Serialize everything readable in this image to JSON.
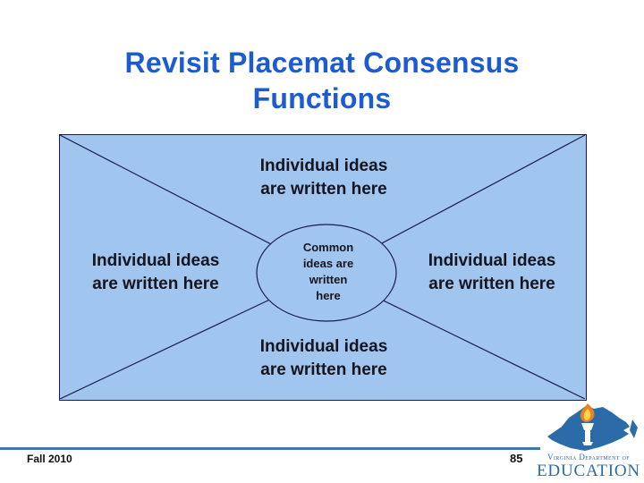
{
  "slide": {
    "title": "Revisit Placemat Consensus\nFunctions",
    "title_color": "#1D5CD0",
    "background_color": "#FFFFFF"
  },
  "placemat": {
    "fill_color": "#A0C6F0",
    "line_color": "#1A1A4A",
    "text_color": "#15151F",
    "sections": {
      "top": "Individual ideas\nare written here",
      "left": "Individual ideas\nare written here",
      "right": "Individual ideas\nare written here",
      "bottom": "Individual ideas\nare written here",
      "center": "Common\nideas are\nwritten\nhere"
    }
  },
  "footer": {
    "date": "Fall 2010",
    "page_number": "85",
    "divider_color": "#3F74AC",
    "logo": {
      "org_line1": "Virginia Department of",
      "org_line2": "EDUCATION",
      "blue": "#2B6CA8",
      "flame_orange": "#E8821E",
      "flame_yellow": "#FFD34D"
    }
  }
}
